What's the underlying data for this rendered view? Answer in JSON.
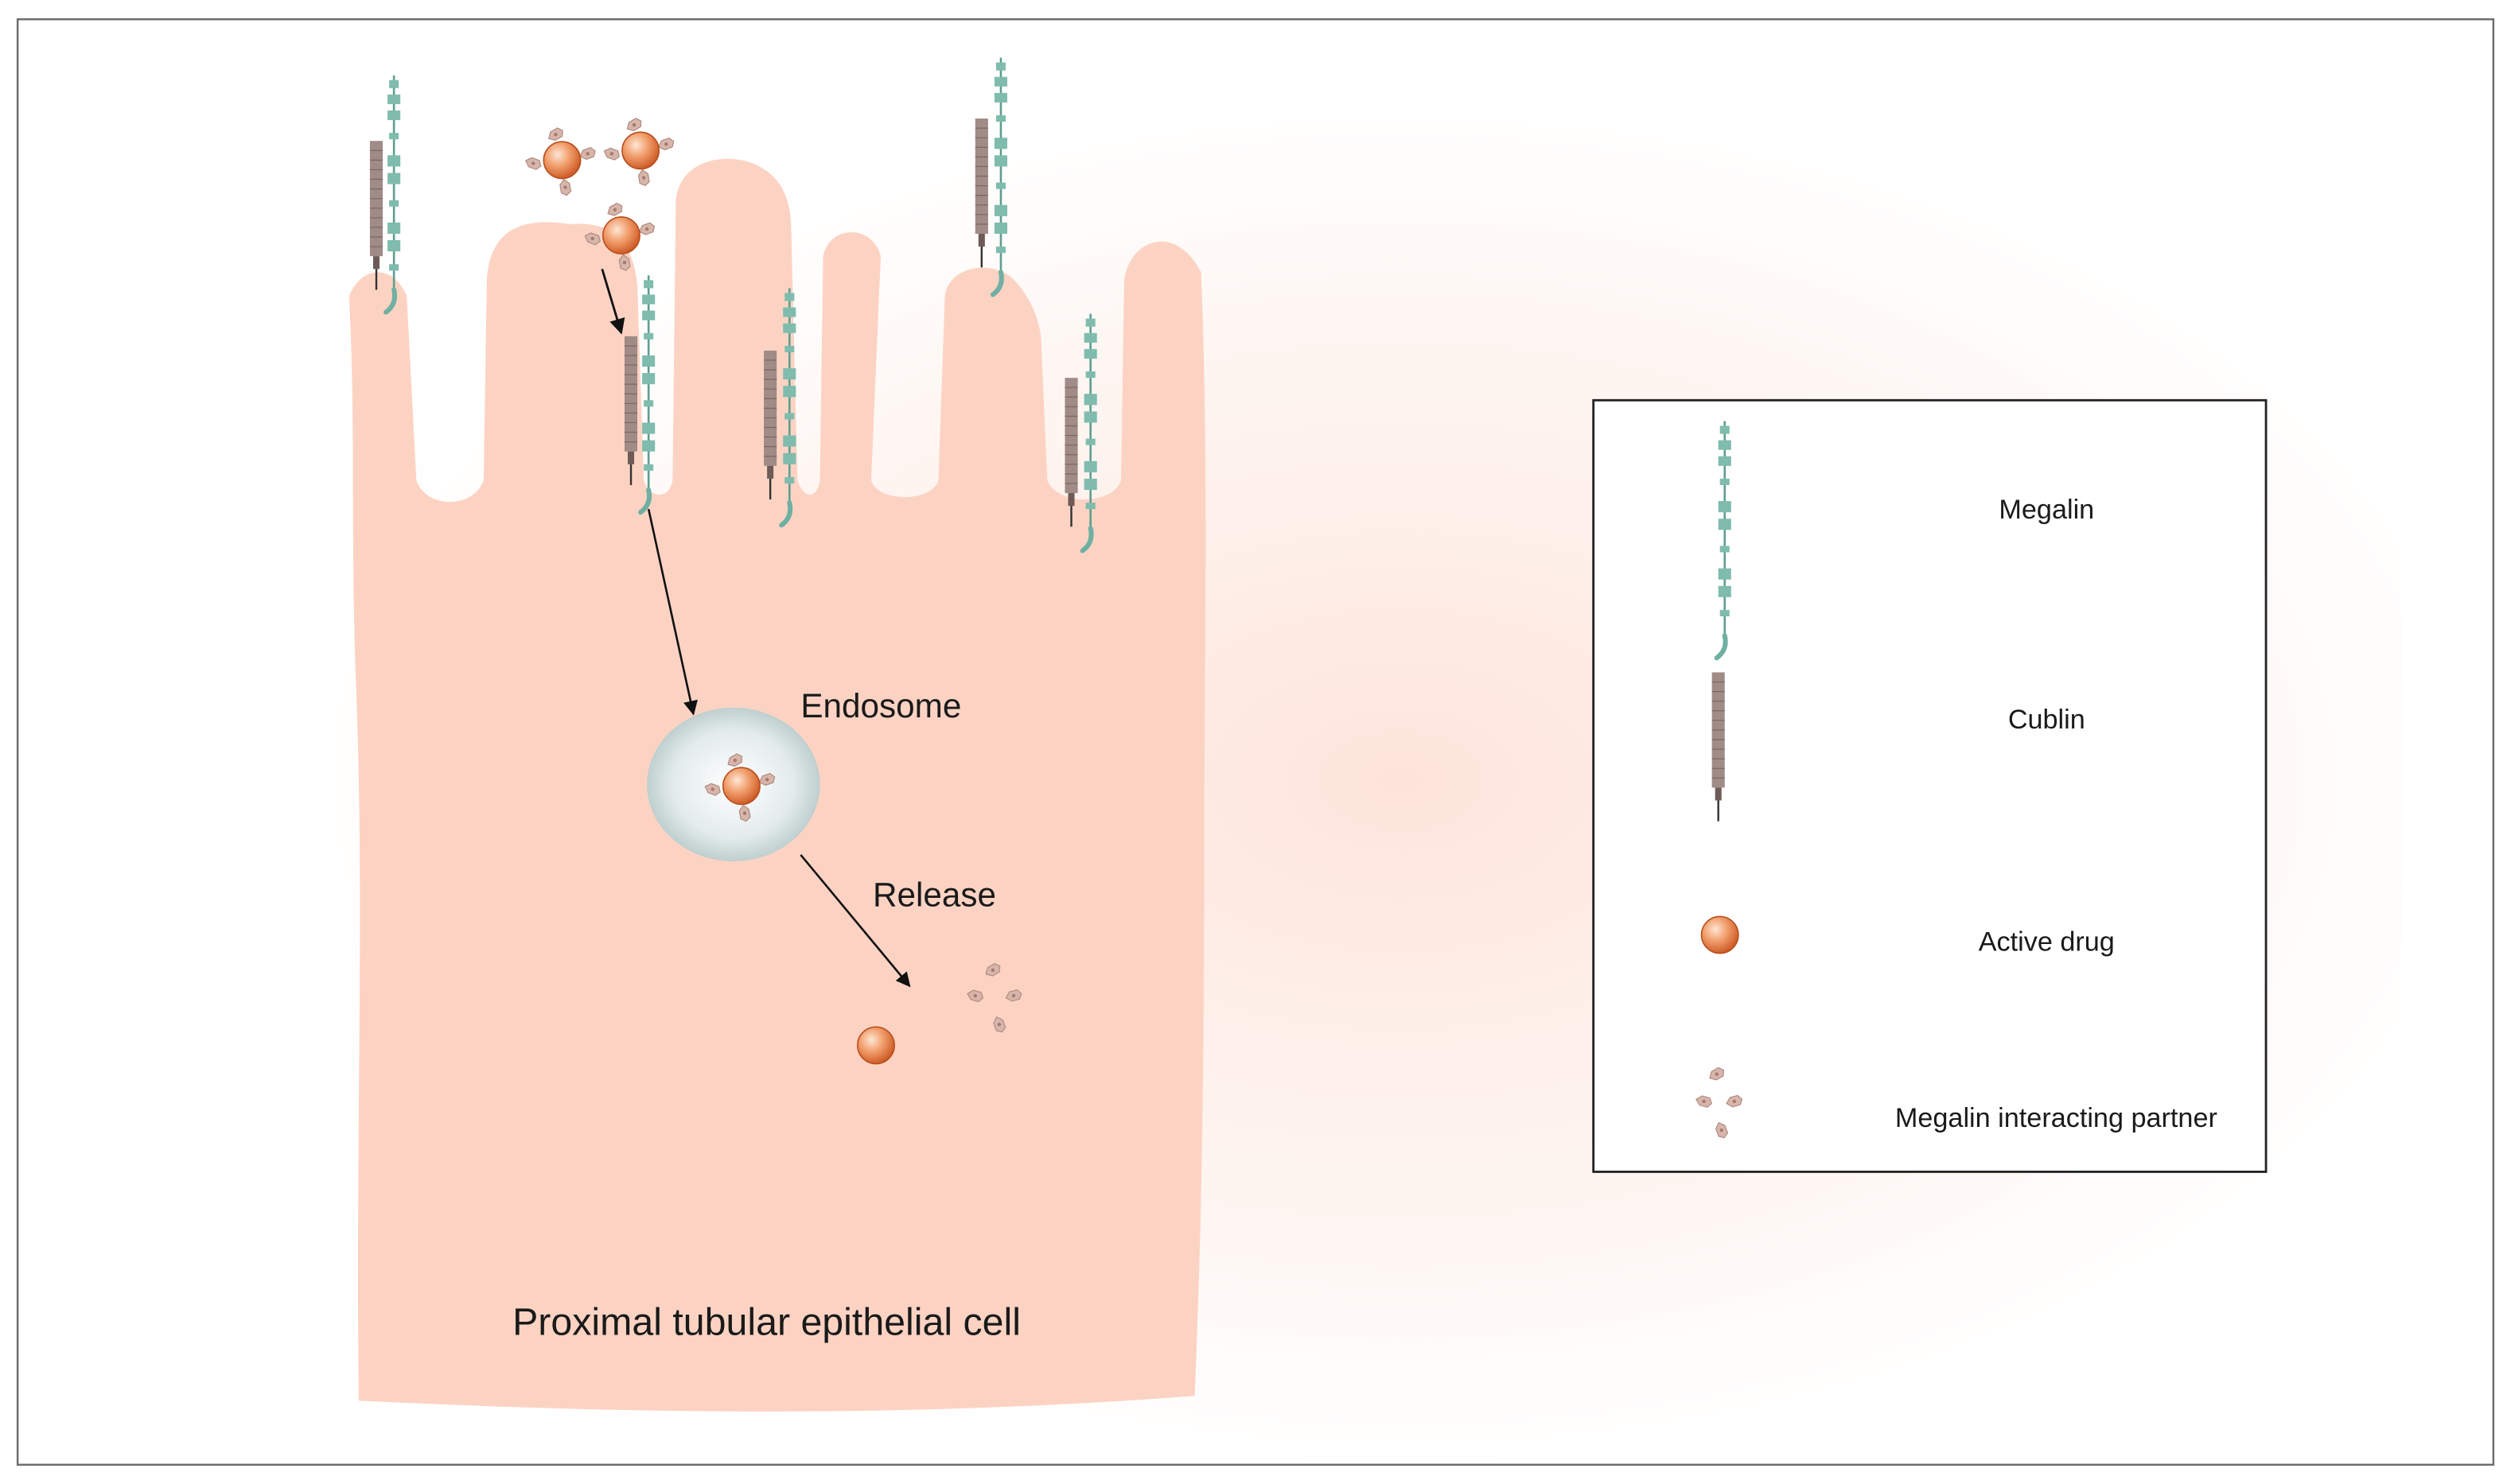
{
  "diagram": {
    "cell_label": "Proximal tubular epithelial cell",
    "endosome_label": "Endosome",
    "release_label": "Release"
  },
  "legend": {
    "items": [
      {
        "key": "megalin",
        "label": "Megalin"
      },
      {
        "key": "cublin",
        "label": "Cublin"
      },
      {
        "key": "active_drug",
        "label": "Active drug"
      },
      {
        "key": "partner",
        "label": "Megalin interacting partner"
      }
    ]
  },
  "colors": {
    "cell": "#fcd3c3",
    "megalin": "#7fbcae",
    "cublin": "#9a8580",
    "drug": "#e07b45",
    "partner": "#c9a59a",
    "endosome": "#c8d6d6"
  },
  "icons": [
    "megalin-receptor-icon",
    "cublin-receptor-icon",
    "active-drug-icon",
    "megalin-partner-icon"
  ]
}
